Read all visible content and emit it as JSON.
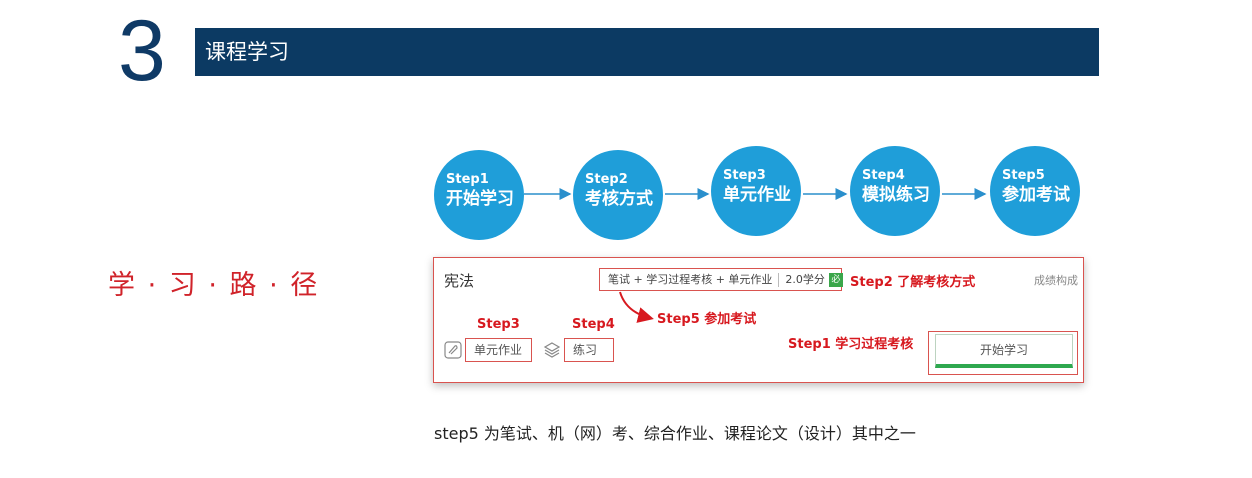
{
  "header": {
    "section_number": "3",
    "title": "课程学习"
  },
  "side_label": "学 · 习 · 路 · 径",
  "steps": [
    {
      "step": "Step1",
      "label": "开始学习"
    },
    {
      "step": "Step2",
      "label": "考核方式"
    },
    {
      "step": "Step3",
      "label": "单元作业"
    },
    {
      "step": "Step4",
      "label": "模拟练习"
    },
    {
      "step": "Step5",
      "label": "参加考试"
    }
  ],
  "panel": {
    "course_name": "宪法",
    "assessment": "笔试 + 学习过程考核 + 单元作业",
    "credits": "2.0学分",
    "required_badge": "必",
    "score_link": "成绩构成",
    "unit_homework": "单元作业",
    "practice": "练习",
    "start_button": "开始学习"
  },
  "annotations": {
    "step2": "Step2 了解考核方式",
    "step5": "Step5 参加考试",
    "step3": "Step3",
    "step4": "Step4",
    "step1": "Step1 学习过程考核"
  },
  "colors": {
    "navy": "#0c3a63",
    "circle_blue": "#1f9ed9",
    "annotation_red": "#d7191f",
    "progress_green": "#2ea84f"
  },
  "icons": {
    "homework": "pencil-clip-icon",
    "practice": "layers-icon"
  },
  "footnote": "step5 为笔试、机（网）考、综合作业、课程论文（设计）其中之一"
}
